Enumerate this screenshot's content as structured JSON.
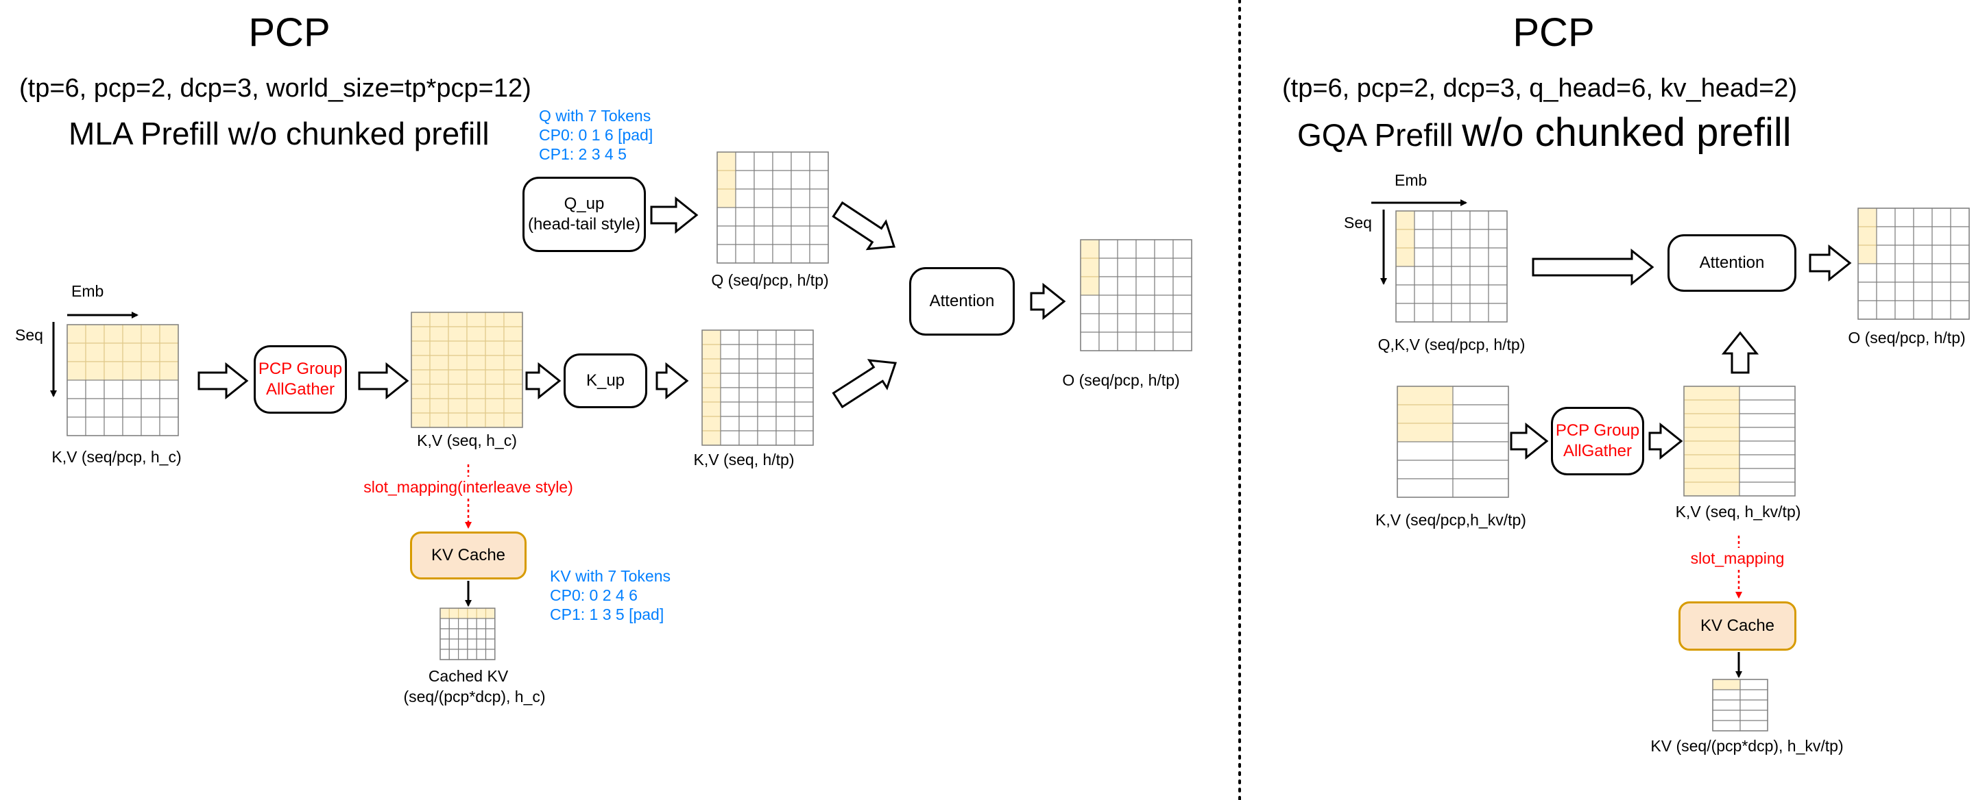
{
  "colors": {
    "highlight": "#FFF2CC",
    "grid_line": "#808080",
    "blue_text": "#007FFF",
    "red_text": "#FF0000",
    "cache_fill": "#FCE5CD",
    "cache_border": "#D79B00"
  },
  "left": {
    "title": "PCP",
    "params": "(tp=6, pcp=2, dcp=3, world_size=tp*pcp=12)",
    "subtitle": "MLA Prefill w/o chunked prefill",
    "axis_emb": "Emb",
    "axis_seq": "Seq",
    "q_tokens": {
      "line1": "Q with 7 Tokens",
      "line2": "CP0: 0 1 6 [pad]",
      "line3": "CP1: 2 3 4 5"
    },
    "q_up_box": "Q_up\n(head-tail style)",
    "q_label": "Q (seq/pcp, h/tp)",
    "kv_in_label": "K,V (seq/pcp, h_c)",
    "pcp_box": "PCP Group\nAllGather",
    "kv_gather_label": "K,V (seq, h_c)",
    "k_up_box": "K_up",
    "kv_up_label": "K,V (seq, h/tp)",
    "attention_box": "Attention",
    "o_label": "O (seq/pcp, h/tp)",
    "slot_mapping": "slot_mapping(interleave style)",
    "kv_cache_box": "KV Cache",
    "kv_tokens": {
      "line1": "KV with 7 Tokens",
      "line2": "CP0: 0 2 4 6",
      "line3": "CP1: 1 3 5 [pad]"
    },
    "cached_kv_label1": "Cached KV",
    "cached_kv_label2": "(seq/(pcp*dcp), h_c)"
  },
  "right": {
    "title": "PCP",
    "params": "(tp=6, pcp=2, dcp=3, q_head=6, kv_head=2)",
    "subtitle_part1": "GQA Prefill ",
    "subtitle_part2": "w/o chunked prefill",
    "axis_emb": "Emb",
    "axis_seq": "Seq",
    "qkv_label": "Q,K,V (seq/pcp, h/tp)",
    "attention_box": "Attention",
    "o_label": "O (seq/pcp, h/tp)",
    "kv_in_label": "K,V (seq/pcp,h_kv/tp)",
    "pcp_box": "PCP Group\nAllGather",
    "kv_gather_label": "K,V (seq, h_kv/tp)",
    "slot_mapping": "slot_mapping",
    "kv_cache_box": "KV Cache",
    "kv_cache_label": "KV (seq/(pcp*dcp), h_kv/tp)"
  }
}
